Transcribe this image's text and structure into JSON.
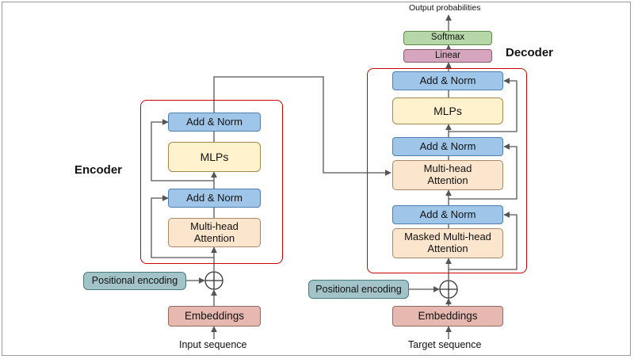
{
  "encoder": {
    "title": "Encoder",
    "add_norm_top": "Add & Norm",
    "mlps": "MLPs",
    "add_norm_bottom": "Add & Norm",
    "attention": "Multi-head\nAttention"
  },
  "decoder": {
    "title": "Decoder",
    "add_norm_top": "Add & Norm",
    "mlps": "MLPs",
    "add_norm_mid": "Add & Norm",
    "cross_attention": "Multi-head\nAttention",
    "add_norm_bottom": "Add & Norm",
    "masked_attention": "Masked Multi-head\nAttention"
  },
  "output_head": {
    "softmax": "Softmax",
    "linear": "Linear",
    "output_label": "Output probabilities"
  },
  "input_side": {
    "positional_encoding": "Positional encoding",
    "embeddings": "Embeddings",
    "sequence_label": "Input sequence"
  },
  "target_side": {
    "positional_encoding": "Positional encoding",
    "embeddings": "Embeddings",
    "sequence_label": "Target sequence"
  },
  "colors": {
    "add_norm": "#9fc5e8",
    "mlp": "#fff2cc",
    "attention": "#fce5cd",
    "embeddings": "#e6b8af",
    "positional": "#a2c4c9",
    "softmax": "#b6d7a8",
    "linear": "#d5a6bd",
    "block_frame": "#cc0000",
    "arrow": "#555555"
  },
  "icons": {
    "adder": "circle-plus-icon"
  }
}
